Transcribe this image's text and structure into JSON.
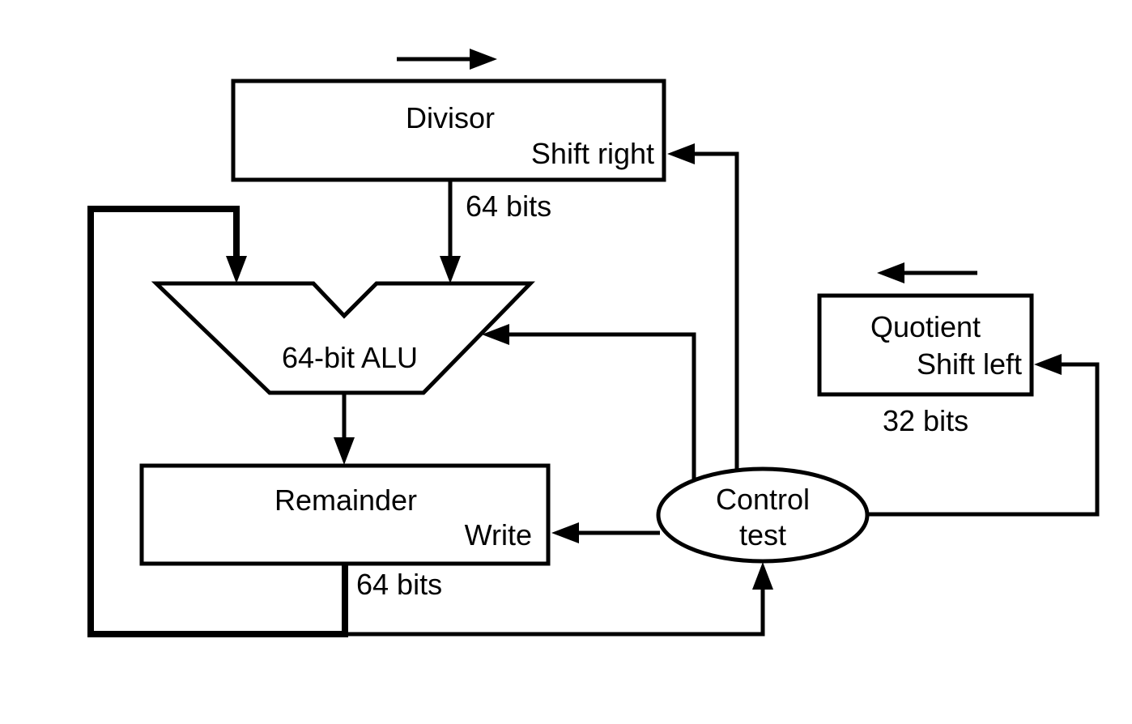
{
  "colors": {
    "line": "#000000",
    "background": "#ffffff",
    "shape_fill": "#ffffff"
  },
  "nodes": {
    "divisor": {
      "label": "Divisor",
      "action": "Shift right",
      "width_label": "64 bits"
    },
    "alu": {
      "label": "64-bit ALU"
    },
    "remainder": {
      "label": "Remainder",
      "action": "Write",
      "width_label": "64 bits"
    },
    "quotient": {
      "label": "Quotient",
      "action": "Shift left",
      "width_label": "32 bits"
    },
    "control": {
      "label_line1": "Control",
      "label_line2": "test"
    }
  }
}
